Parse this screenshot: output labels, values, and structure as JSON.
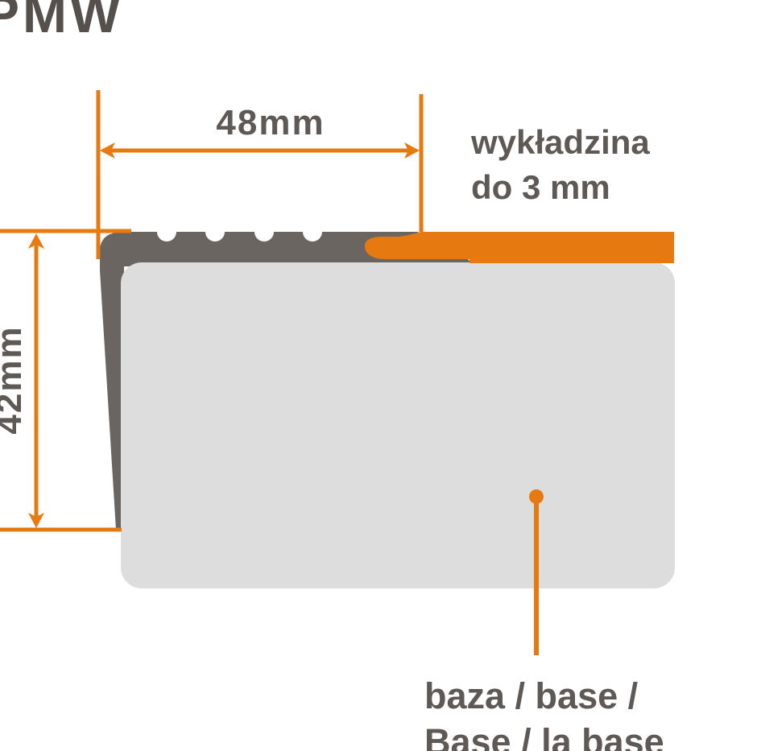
{
  "logo": {
    "text": "PMW"
  },
  "labels": {
    "width": "48mm",
    "height": "42mm",
    "flooring": "wykładzina\ndo 3 mm",
    "base": "baza / base /\nBase / la base"
  },
  "colors": {
    "orange": "#E6790F",
    "profile": "#6A6560",
    "base": "#DDDDDD",
    "text": "#5E5954",
    "logo": "#55504B",
    "background": "#FFFFFF"
  }
}
